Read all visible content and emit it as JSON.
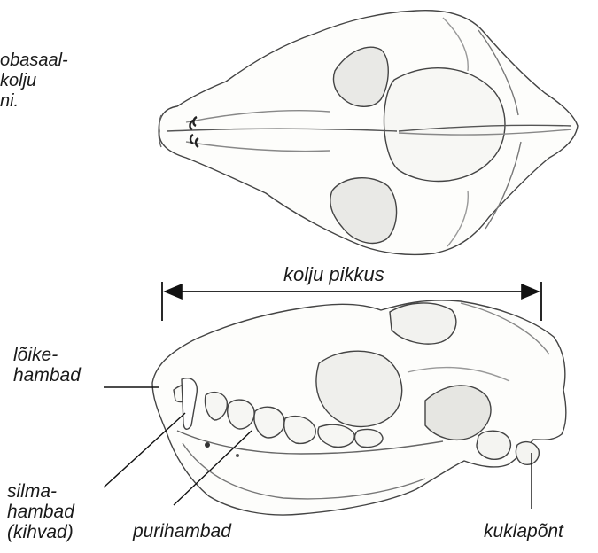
{
  "intro_text": {
    "line1": "obasaal-",
    "line2": "kolju",
    "line3": "ni."
  },
  "measure": {
    "label": "kolju pikkus"
  },
  "labels": {
    "incisors": [
      "lõike-",
      "hambad"
    ],
    "canines": [
      "silma-",
      "hambad",
      "(kihvad)"
    ],
    "molars": "purihambad",
    "occipital": "kuklapõnt"
  }
}
